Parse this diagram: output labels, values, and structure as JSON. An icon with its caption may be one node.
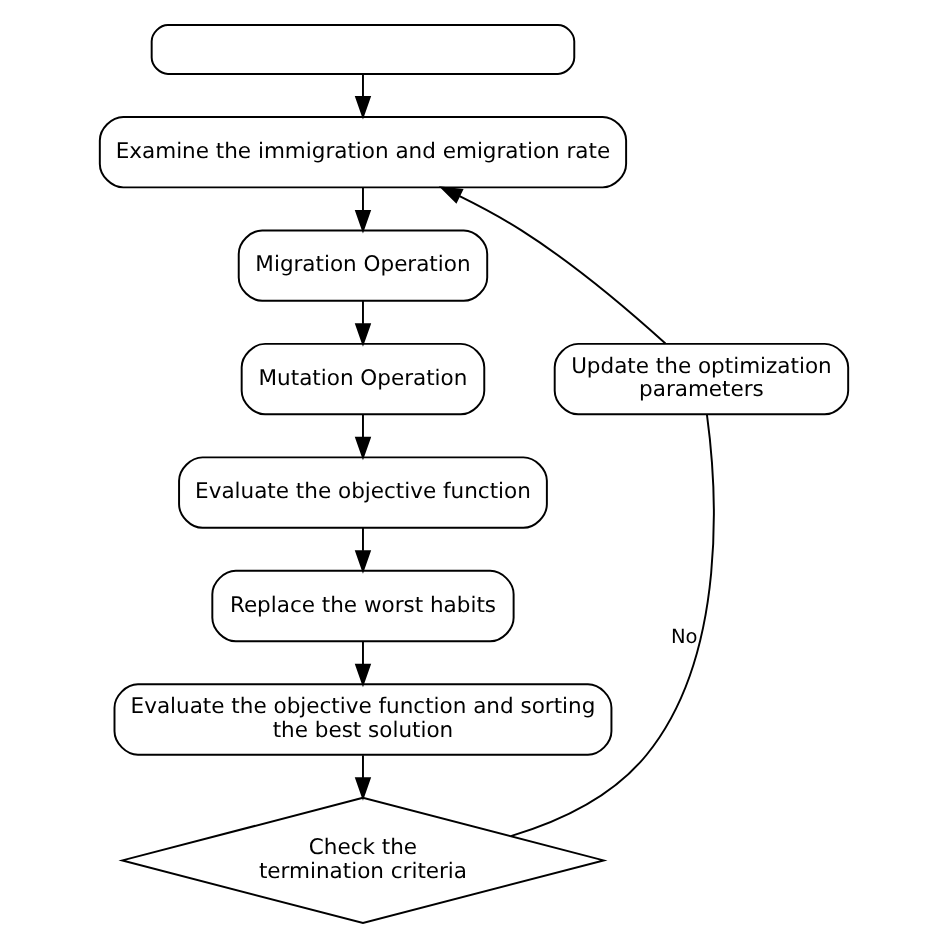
{
  "diagram": {
    "nodes": [
      {
        "text": [],
        "shape": "box"
      },
      {
        "text": [
          "Examine the immigration and emigration rate"
        ]
      },
      {
        "text": [
          "Update the optimization parameters"
        ]
      },
      {
        "text": [
          "Migration Operation"
        ]
      },
      {
        "text": [
          "Mutation Operation"
        ]
      },
      {
        "text": [
          "Evaluate the objective function"
        ]
      },
      {
        "text": [
          "Replace the worst habits"
        ]
      },
      {
        "text": [
          "Evaluate the objective function and sorting the best solution"
        ]
      },
      {
        "text": [
          "Check the termination criteria"
        ]
      }
    ],
    "edges": [
      {
        "from": 0,
        "to": 1,
        "arrow": "to"
      },
      {
        "from": 1,
        "to": 3,
        "arrow": "to"
      },
      {
        "from": 3,
        "to": 4,
        "arrow": "to"
      },
      {
        "from": 4,
        "to": 5,
        "arrow": "to"
      },
      {
        "from": 5,
        "to": 6,
        "arrow": "to"
      },
      {
        "from": 6,
        "to": 7,
        "arrow": "to"
      },
      {
        "from": 7,
        "to": 8,
        "arrow": "to"
      },
      {
        "from": 8,
        "to": 2,
        "arrow": "none",
        "label": "No"
      },
      {
        "from": 2,
        "to": 1,
        "arrow": "to"
      }
    ]
  }
}
